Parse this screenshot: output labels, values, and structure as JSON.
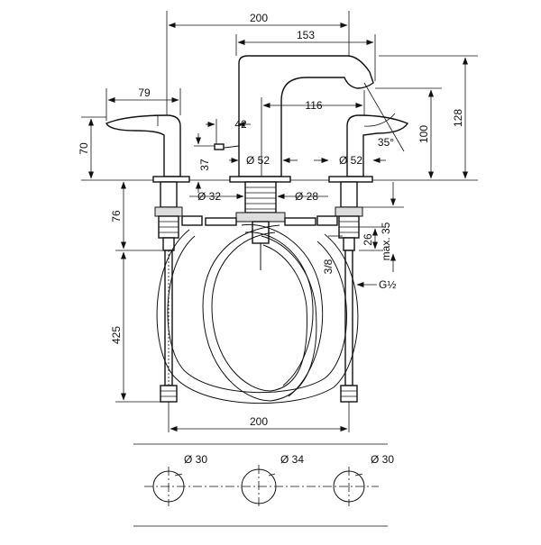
{
  "dimensions": {
    "overall_width": "200",
    "spout_reach": "153",
    "handle_width": "79",
    "handle_height": "70",
    "handle_offset": "42",
    "lever_height": "37",
    "spout_projection": "116",
    "spout_angle": "35°",
    "spout_outlet_height": "100",
    "total_height": "128",
    "spout_base_dia": "Ø 52",
    "handle_base_dia": "Ø 52",
    "drain_rod_dia": "Ø 32",
    "shank_dia": "Ø 28",
    "valve_shank_length": "76",
    "max_deck_thickness": "max. 35",
    "nut_height": "26",
    "thread_size": "3/8",
    "connection_thread": "G½",
    "hose_length": "425",
    "connection_spacing": "200",
    "hole_left_dia": "Ø 30",
    "hole_center_dia": "Ø 34",
    "hole_right_dia": "Ø 30"
  }
}
